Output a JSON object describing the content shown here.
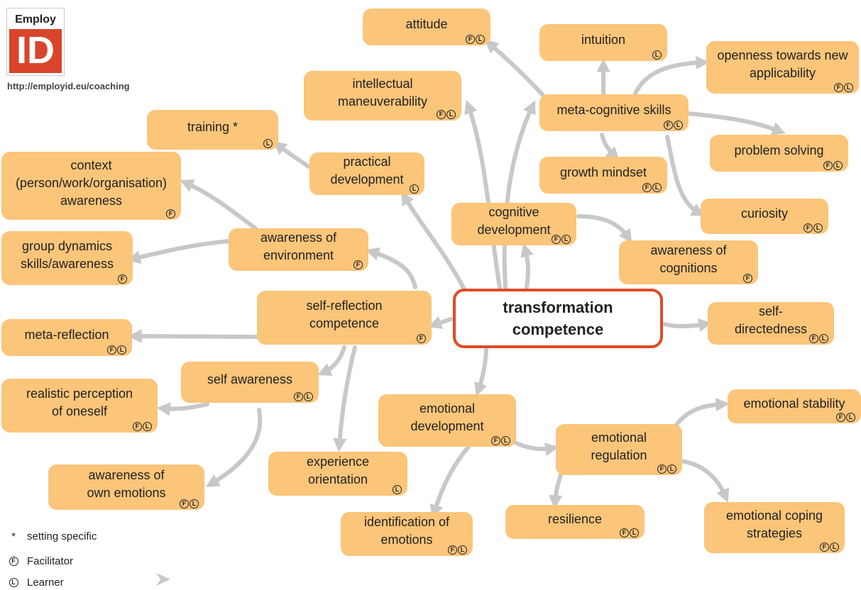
{
  "logo": {
    "top_text": "Employ",
    "big_text": "ID",
    "url": "http://employid.eu/coaching"
  },
  "center": {
    "label": "transformation\ncompetence"
  },
  "badge_letters": {
    "facilitator": "F",
    "learner": "L"
  },
  "nodes": {
    "attitude": {
      "label": "attitude",
      "badges": "FL"
    },
    "intuition": {
      "label": "intuition",
      "badges": "L"
    },
    "openness": {
      "label": "openness towards new\napplicability",
      "badges": "FL"
    },
    "intellectual": {
      "label": "intellectual\nmaneuverability",
      "badges": "FL"
    },
    "metacognitive": {
      "label": "meta-cognitive skills",
      "badges": "FL"
    },
    "training": {
      "label": "training *",
      "badges": "L"
    },
    "problem_solving": {
      "label": "problem solving",
      "badges": "FL"
    },
    "practical": {
      "label": "practical\ndevelopment",
      "badges": "L"
    },
    "growth": {
      "label": "growth mindset",
      "badges": "FL"
    },
    "context": {
      "label": "context\n(person/work/organisation)\nawareness",
      "badges": "F"
    },
    "curiosity": {
      "label": "curiosity",
      "badges": "FL"
    },
    "cognitive": {
      "label": "cognitive\ndevelopment",
      "badges": "FL"
    },
    "group_dynamics": {
      "label": "group dynamics\nskills/awareness",
      "badges": "F"
    },
    "awareness_env": {
      "label": "awareness of\nenvironment",
      "badges": "F"
    },
    "awareness_cog": {
      "label": "awareness of\ncognitions",
      "badges": "F"
    },
    "self_reflection": {
      "label": "self-reflection\ncompetence",
      "badges": "F"
    },
    "self_directedness": {
      "label": "self-\ndirectedness",
      "badges": "FL"
    },
    "meta_reflection": {
      "label": "meta-reflection",
      "badges": "FL"
    },
    "self_awareness": {
      "label": "self awareness",
      "badges": "FL"
    },
    "emotional_stability": {
      "label": "emotional stability",
      "badges": "FL"
    },
    "realistic": {
      "label": "realistic perception\nof oneself",
      "badges": "FL"
    },
    "emotional_dev": {
      "label": "emotional\ndevelopment",
      "badges": "FL"
    },
    "emotional_reg": {
      "label": "emotional\nregulation",
      "badges": "FL"
    },
    "experience": {
      "label": "experience\norientation",
      "badges": "L"
    },
    "awareness_emotions": {
      "label": "awareness of\nown emotions",
      "badges": "FL"
    },
    "resilience": {
      "label": "resilience",
      "badges": "FL"
    },
    "coping": {
      "label": "emotional coping\nstrategies",
      "badges": "FL"
    },
    "identification": {
      "label": "identification of\nemotions",
      "badges": "FL"
    }
  },
  "legend": {
    "star_symbol": "*",
    "star_text": "setting specific",
    "facilitator_text": "Facilitator",
    "learner_text": "Learner"
  },
  "colors": {
    "node_fill": "#fbc57a",
    "center_border": "#e04b24",
    "arrow": "#c8c8c8",
    "logo_red": "#d8452a"
  }
}
